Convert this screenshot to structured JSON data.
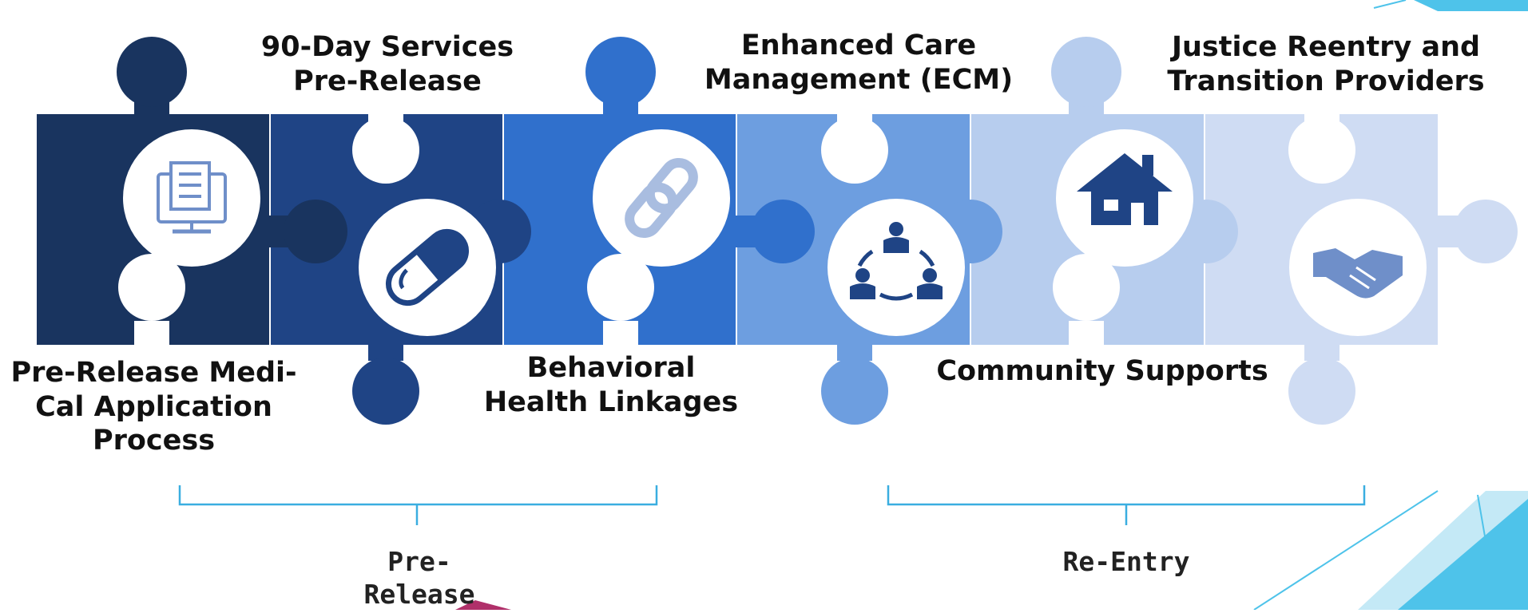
{
  "pieces": [
    {
      "id": "medi-cal",
      "label_lines": [
        "Pre-Release Medi-",
        "Cal Application",
        "Process"
      ],
      "color": "#19345f",
      "icon": "computer-form-icon"
    },
    {
      "id": "90-day",
      "label_lines": [
        "90-Day Services",
        "Pre-Release"
      ],
      "color": "#1f4485",
      "icon": "pill-capsule-icon"
    },
    {
      "id": "behavioral",
      "label_lines": [
        "Behavioral",
        "Health Linkages"
      ],
      "color": "#3070cc",
      "icon": "chain-link-icon"
    },
    {
      "id": "ecm",
      "label_lines": [
        "Enhanced Care",
        "Management (ECM)"
      ],
      "color": "#6d9ee0",
      "icon": "care-team-icon"
    },
    {
      "id": "community",
      "label_lines": [
        "Community Supports"
      ],
      "color": "#b7cdee",
      "icon": "house-icon"
    },
    {
      "id": "reentry-providers",
      "label_lines": [
        "Justice Reentry and",
        "Transition Providers"
      ],
      "color": "#cfdcf3",
      "icon": "handshake-icon"
    }
  ],
  "groups": [
    {
      "id": "pre-release",
      "label_lines": [
        "Pre-",
        "Release"
      ]
    },
    {
      "id": "re-entry",
      "label_lines": [
        "Re-Entry"
      ]
    }
  ],
  "colors": {
    "icon_dark": "#1f4485",
    "icon_light": "#6f8fc9",
    "bracket": "#3aaee0",
    "accent_triangle": "#4ec3ea",
    "accent_triangle_light": "#c4e9f6",
    "pointer": "#b0306a"
  }
}
